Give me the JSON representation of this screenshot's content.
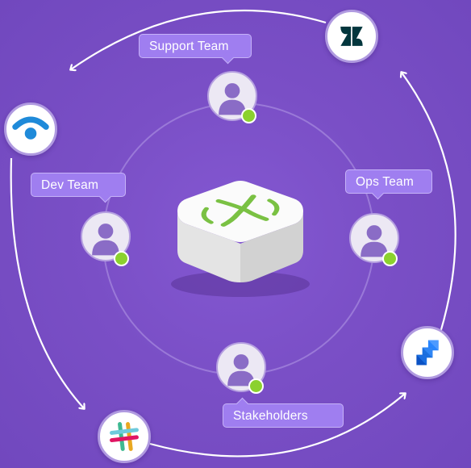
{
  "teams": {
    "support": {
      "label": "Support Team"
    },
    "dev": {
      "label": "Dev Team"
    },
    "ops": {
      "label": "Ops Team"
    },
    "stakeholders": {
      "label": "Stakeholders"
    }
  },
  "icons": {
    "center": "xmatters-cube-icon",
    "top_right": "zendesk-icon",
    "left": "statuspage-icon",
    "right": "jira-icon",
    "bottom": "slack-icon"
  },
  "colors": {
    "background": "#7a4fc6",
    "bubble": "#9f7ef0",
    "online": "#8bd12e",
    "brand_green": "#7ac143",
    "zendesk": "#03363d",
    "statuspage": "#1f8ad9",
    "jira": "#2684ff"
  }
}
